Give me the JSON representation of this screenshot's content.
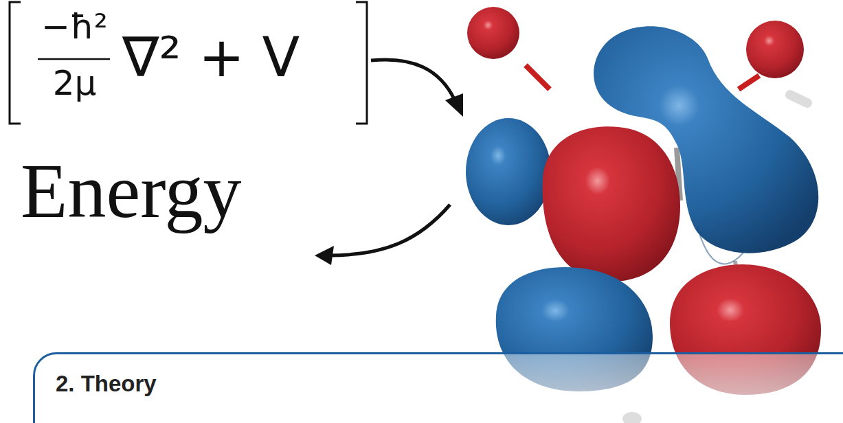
{
  "diagram": {
    "nodes": [
      {
        "text": [
          "2. Theory"
        ]
      }
    ],
    "labels": [
      "−ħ²",
      "2μ",
      "∇² + V",
      "Energy"
    ]
  }
}
